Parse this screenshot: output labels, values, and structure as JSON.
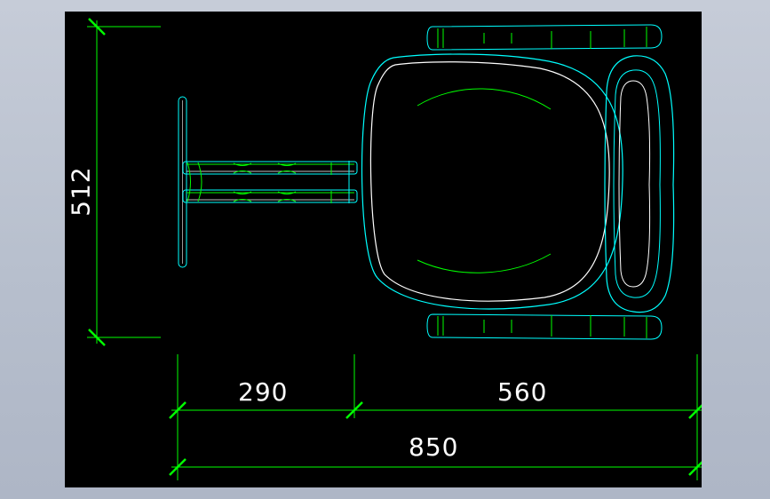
{
  "dimensions": {
    "width_left": "290",
    "width_right": "560",
    "width_total": "850",
    "height": "512"
  },
  "colors": {
    "canvas": "#000000",
    "dimension": "#00ff00",
    "outline": "#00ffff",
    "inner": "#ffffff",
    "text": "#ffffff"
  }
}
